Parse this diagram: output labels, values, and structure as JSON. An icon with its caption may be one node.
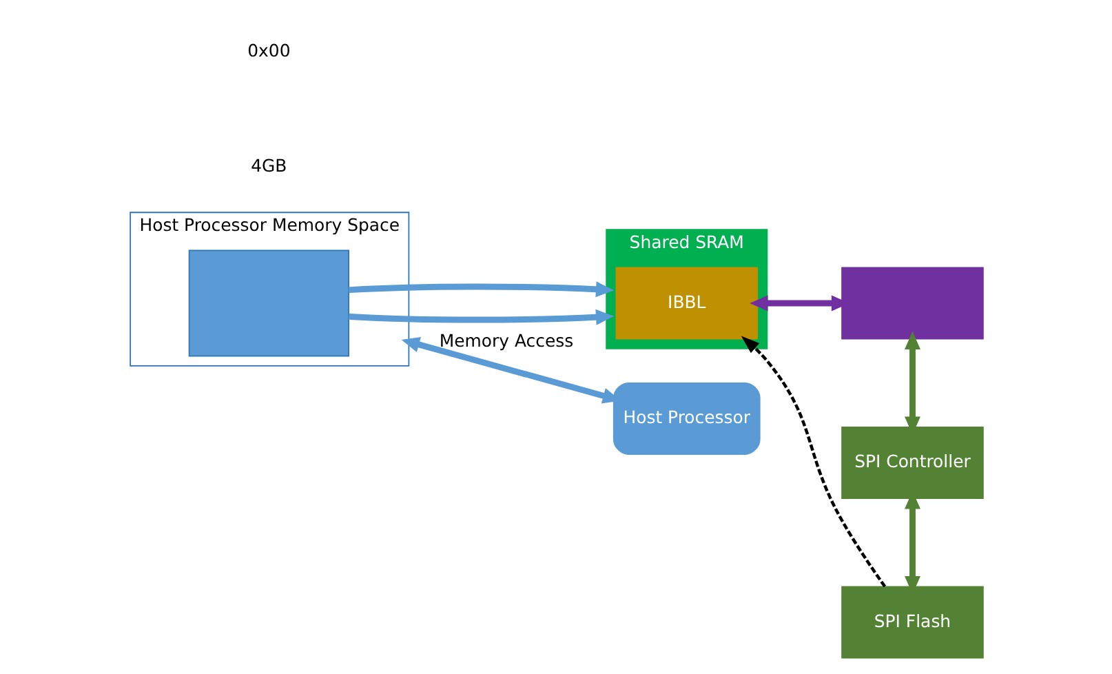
{
  "diagram": {
    "nodes": [
      {
        "text": [
          "Host Processor Memory Space"
        ]
      },
      {
        "text": [],
        "shape": "bar",
        "in": 0
      },
      {
        "text": [
          "Shared SRAM"
        ]
      },
      {
        "text": [
          "IBBL"
        ],
        "in": 2
      },
      {
        "text": [],
        "shape": "box"
      },
      {
        "text": [
          "SPI Controller"
        ]
      },
      {
        "text": [
          "SPI Flash"
        ]
      },
      {
        "text": [
          "Host Processor"
        ]
      }
    ],
    "edges": [
      {
        "from": 1,
        "to": 2,
        "arrow": "to",
        "color": "#5b9bd5"
      },
      {
        "from": 1,
        "to": 2,
        "arrow": "to",
        "color": "#5b9bd5"
      },
      {
        "from": 3,
        "to": 4,
        "arrow": "both",
        "color": "#7030a0"
      },
      {
        "from": 4,
        "to": 5,
        "arrow": "both",
        "color": "#548235"
      },
      {
        "from": 5,
        "to": 6,
        "arrow": "both",
        "color": "#548235"
      },
      {
        "from": 0,
        "to": 7,
        "arrow": "both",
        "label": "Memory Access",
        "color": "#5b9bd5"
      },
      {
        "from": 6,
        "to": 3,
        "arrow": "to",
        "style": "dashed",
        "color": "#000000"
      }
    ],
    "labels": [
      "4GB",
      "0x00"
    ]
  }
}
